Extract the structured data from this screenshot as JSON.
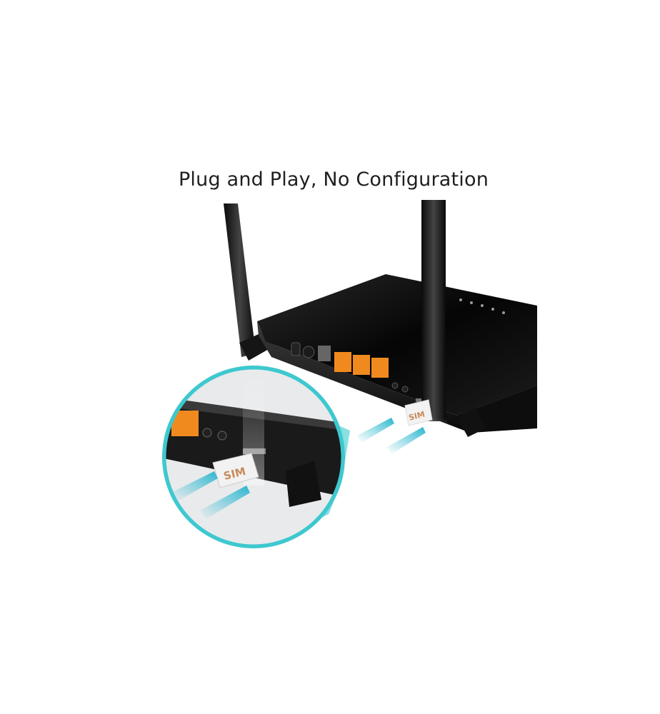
{
  "headline": "Plug and Play, No Configuration",
  "product_image": {
    "sim_card_label": "SIM",
    "magnified_sim_card_label": "SIM",
    "colors": {
      "router_body": "#111111",
      "ethernet_ports": "#f08a1e",
      "magnifier_accent": "#3ec8cf",
      "arrows": "#4cc3d6",
      "background": "#ffffff",
      "headline_text": "#1f1f1f"
    }
  }
}
